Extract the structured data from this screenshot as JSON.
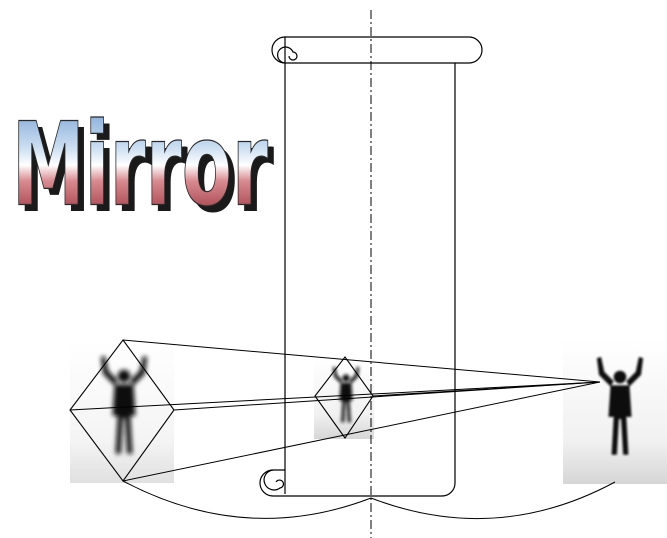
{
  "title": {
    "text": "Mirror"
  },
  "figures": [
    {
      "name": "original",
      "blur": "heavy"
    },
    {
      "name": "reflection",
      "blur": "medium"
    },
    {
      "name": "viewer",
      "blur": "light"
    }
  ],
  "colors": {
    "line": "#000000",
    "title_top": "#7fa8d8",
    "title_mid": "#ffffff",
    "title_bottom": "#9a1f2a",
    "title_shadow": "#1a1a1a",
    "figure": "#111111"
  }
}
